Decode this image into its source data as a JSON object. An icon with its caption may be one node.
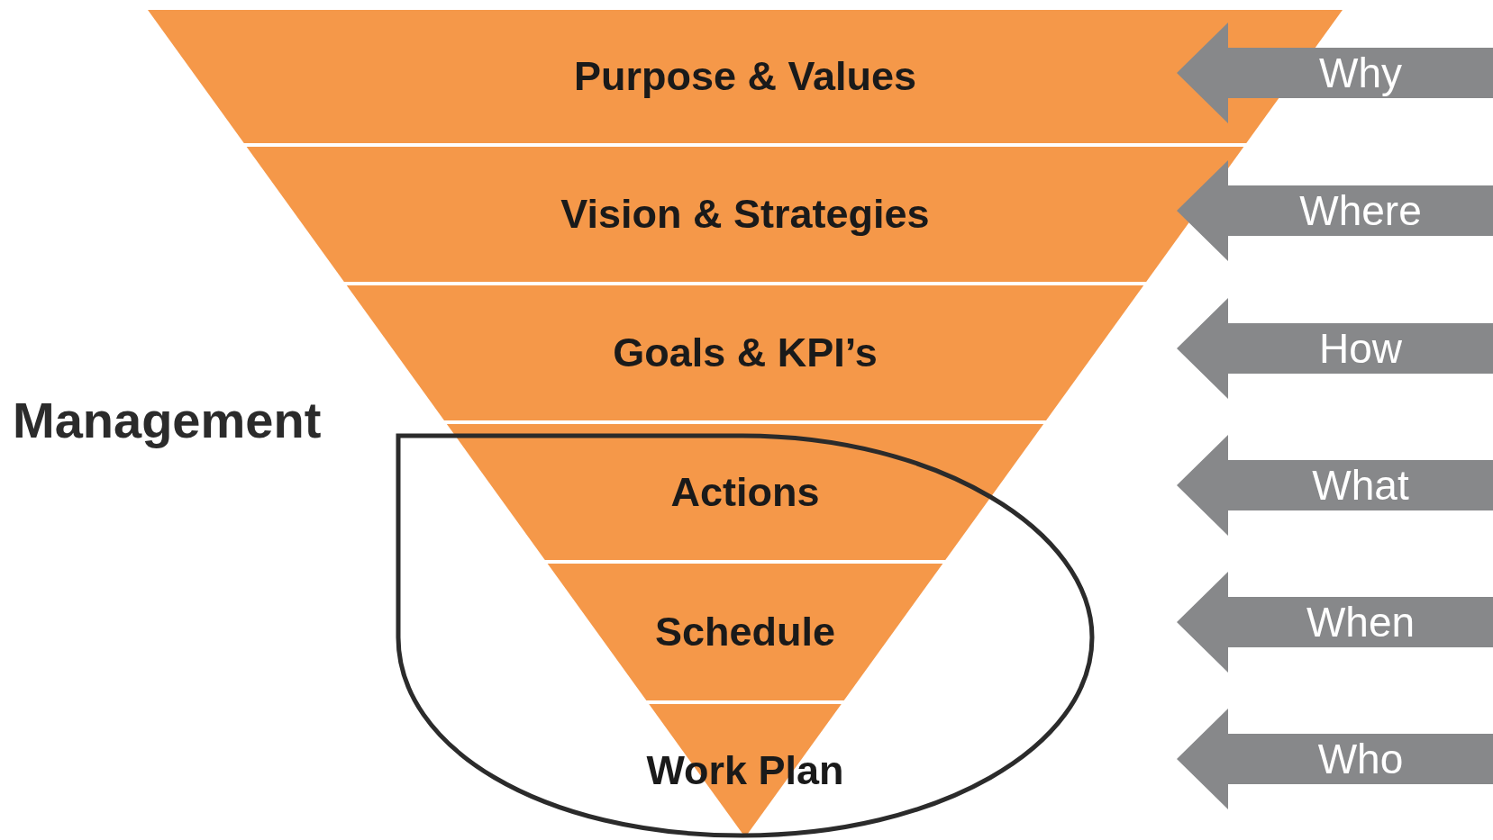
{
  "diagram": {
    "nodes": [
      {
        "text": [
          "Purpose & Values"
        ]
      },
      {
        "text": [
          "Vision & Strategies"
        ]
      },
      {
        "text": [
          "Goals & KPI’s"
        ]
      },
      {
        "text": [
          "Actions"
        ]
      },
      {
        "text": [
          "Schedule"
        ]
      },
      {
        "text": [
          "Work Plan"
        ]
      },
      {
        "text": [
          "Why"
        ]
      },
      {
        "text": [
          "Where"
        ]
      },
      {
        "text": [
          "How"
        ]
      },
      {
        "text": [
          "What"
        ]
      },
      {
        "text": [
          "When"
        ]
      },
      {
        "text": [
          "Who"
        ]
      }
    ],
    "labels": [
      "Management"
    ]
  }
}
